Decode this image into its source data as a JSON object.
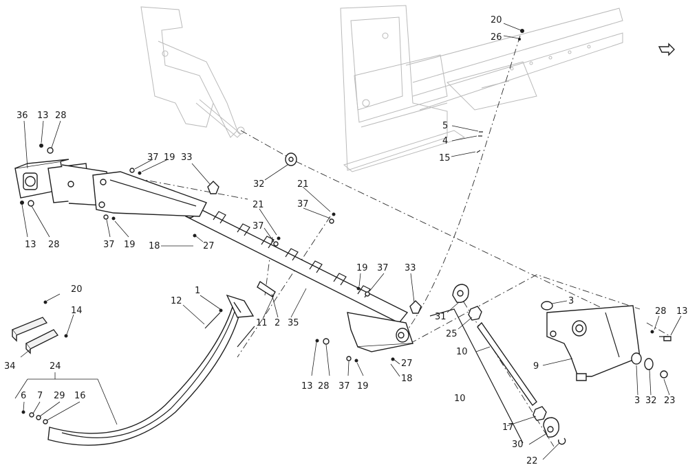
{
  "diagram": {
    "callouts": [
      {
        "id": "c-20-top",
        "text": "20"
      },
      {
        "id": "c-26",
        "text": "26"
      },
      {
        "id": "c-5",
        "text": "5"
      },
      {
        "id": "c-4",
        "text": "4"
      },
      {
        "id": "c-15",
        "text": "15"
      },
      {
        "id": "c-36",
        "text": "36"
      },
      {
        "id": "c-13-a",
        "text": "13"
      },
      {
        "id": "c-28-a",
        "text": "28"
      },
      {
        "id": "c-37-a",
        "text": "37"
      },
      {
        "id": "c-19-a",
        "text": "19"
      },
      {
        "id": "c-33-a",
        "text": "33"
      },
      {
        "id": "c-32-a",
        "text": "32"
      },
      {
        "id": "c-21-a",
        "text": "21"
      },
      {
        "id": "c-37-b",
        "text": "37"
      },
      {
        "id": "c-21-b",
        "text": "21"
      },
      {
        "id": "c-37-c",
        "text": "37"
      },
      {
        "id": "c-13-b",
        "text": "13"
      },
      {
        "id": "c-28-b",
        "text": "28"
      },
      {
        "id": "c-37-d",
        "text": "37"
      },
      {
        "id": "c-19-b",
        "text": "19"
      },
      {
        "id": "c-18-a",
        "text": "18"
      },
      {
        "id": "c-27-a",
        "text": "27"
      },
      {
        "id": "c-19-c",
        "text": "19"
      },
      {
        "id": "c-37-e",
        "text": "37"
      },
      {
        "id": "c-33-b",
        "text": "33"
      },
      {
        "id": "c-20-mid",
        "text": "20"
      },
      {
        "id": "c-14",
        "text": "14"
      },
      {
        "id": "c-12",
        "text": "12"
      },
      {
        "id": "c-1",
        "text": "1"
      },
      {
        "id": "c-11",
        "text": "11"
      },
      {
        "id": "c-2",
        "text": "2"
      },
      {
        "id": "c-35",
        "text": "35"
      },
      {
        "id": "c-34",
        "text": "34"
      },
      {
        "id": "c-24",
        "text": "24"
      },
      {
        "id": "c-6",
        "text": "6"
      },
      {
        "id": "c-7",
        "text": "7"
      },
      {
        "id": "c-29",
        "text": "29"
      },
      {
        "id": "c-16",
        "text": "16"
      },
      {
        "id": "c-13-c",
        "text": "13"
      },
      {
        "id": "c-28-c",
        "text": "28"
      },
      {
        "id": "c-37-f",
        "text": "37"
      },
      {
        "id": "c-19-d",
        "text": "19"
      },
      {
        "id": "c-27-b",
        "text": "27"
      },
      {
        "id": "c-18-b",
        "text": "18"
      },
      {
        "id": "c-31",
        "text": "31"
      },
      {
        "id": "c-25",
        "text": "25"
      },
      {
        "id": "c-10-a",
        "text": "10"
      },
      {
        "id": "c-10-b",
        "text": "10"
      },
      {
        "id": "c-17",
        "text": "17"
      },
      {
        "id": "c-30",
        "text": "30"
      },
      {
        "id": "c-22",
        "text": "22"
      },
      {
        "id": "c-3-a",
        "text": "3"
      },
      {
        "id": "c-9",
        "text": "9"
      },
      {
        "id": "c-28-d",
        "text": "28"
      },
      {
        "id": "c-13-d",
        "text": "13"
      },
      {
        "id": "c-3-b",
        "text": "3"
      },
      {
        "id": "c-32-b",
        "text": "32"
      },
      {
        "id": "c-23",
        "text": "23"
      }
    ],
    "orientation_icon": "direction-arrow-icon"
  }
}
